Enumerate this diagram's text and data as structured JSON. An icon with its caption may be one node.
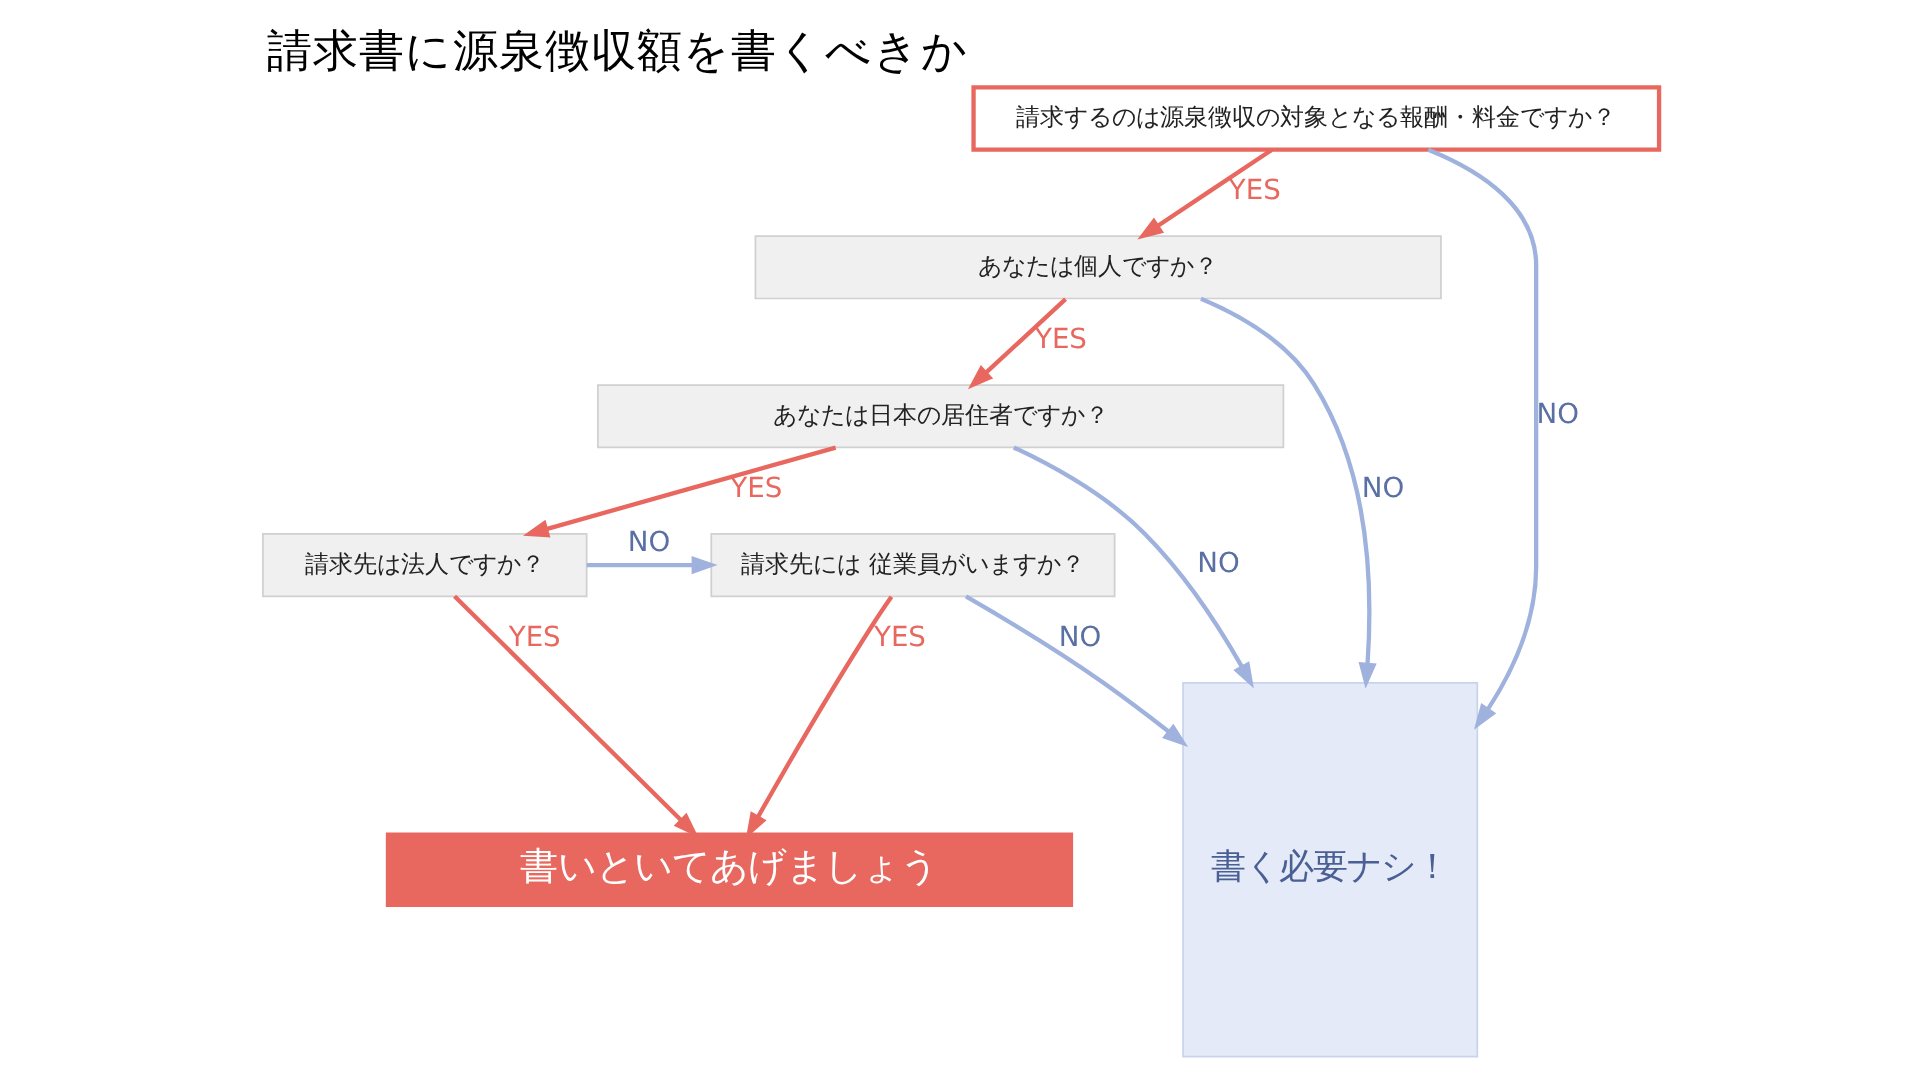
{
  "diagram": {
    "title": "請求書に源泉徴収額を書くべきか",
    "nodes": [
      {
        "text": [
          "請求するのは源泉徴収の対象となる報酬・料金ですか？"
        ]
      },
      {
        "text": [
          "あなたは個人ですか？"
        ]
      },
      {
        "text": [
          "あなたは日本の居住者ですか？"
        ]
      },
      {
        "text": [
          "請求先は法人ですか？"
        ]
      },
      {
        "text": [
          "請求先には 従業員がいますか？"
        ]
      },
      {
        "text": [
          "書いといてあげましょう"
        ]
      },
      {
        "text": [
          "書く必要ナシ！"
        ]
      }
    ],
    "edges": [
      {
        "from": 0,
        "to": 1,
        "arrow": "to",
        "label": "YES"
      },
      {
        "from": 1,
        "to": 2,
        "arrow": "to",
        "label": "YES"
      },
      {
        "from": 2,
        "to": 3,
        "arrow": "to",
        "label": "YES"
      },
      {
        "from": 3,
        "to": 5,
        "arrow": "to",
        "label": "YES"
      },
      {
        "from": 4,
        "to": 5,
        "arrow": "to",
        "label": "YES"
      },
      {
        "from": 0,
        "to": 6,
        "arrow": "to",
        "label": "NO",
        "color": "#9fb2dd"
      },
      {
        "from": 1,
        "to": 6,
        "arrow": "to",
        "label": "NO",
        "color": "#9fb2dd"
      },
      {
        "from": 2,
        "to": 6,
        "arrow": "to",
        "label": "NO",
        "color": "#9fb2dd"
      },
      {
        "from": 3,
        "to": 4,
        "arrow": "to",
        "label": "NO",
        "color": "#9fb2dd"
      },
      {
        "from": 4,
        "to": 6,
        "arrow": "to",
        "label": "NO",
        "color": "#9fb2dd"
      }
    ]
  }
}
